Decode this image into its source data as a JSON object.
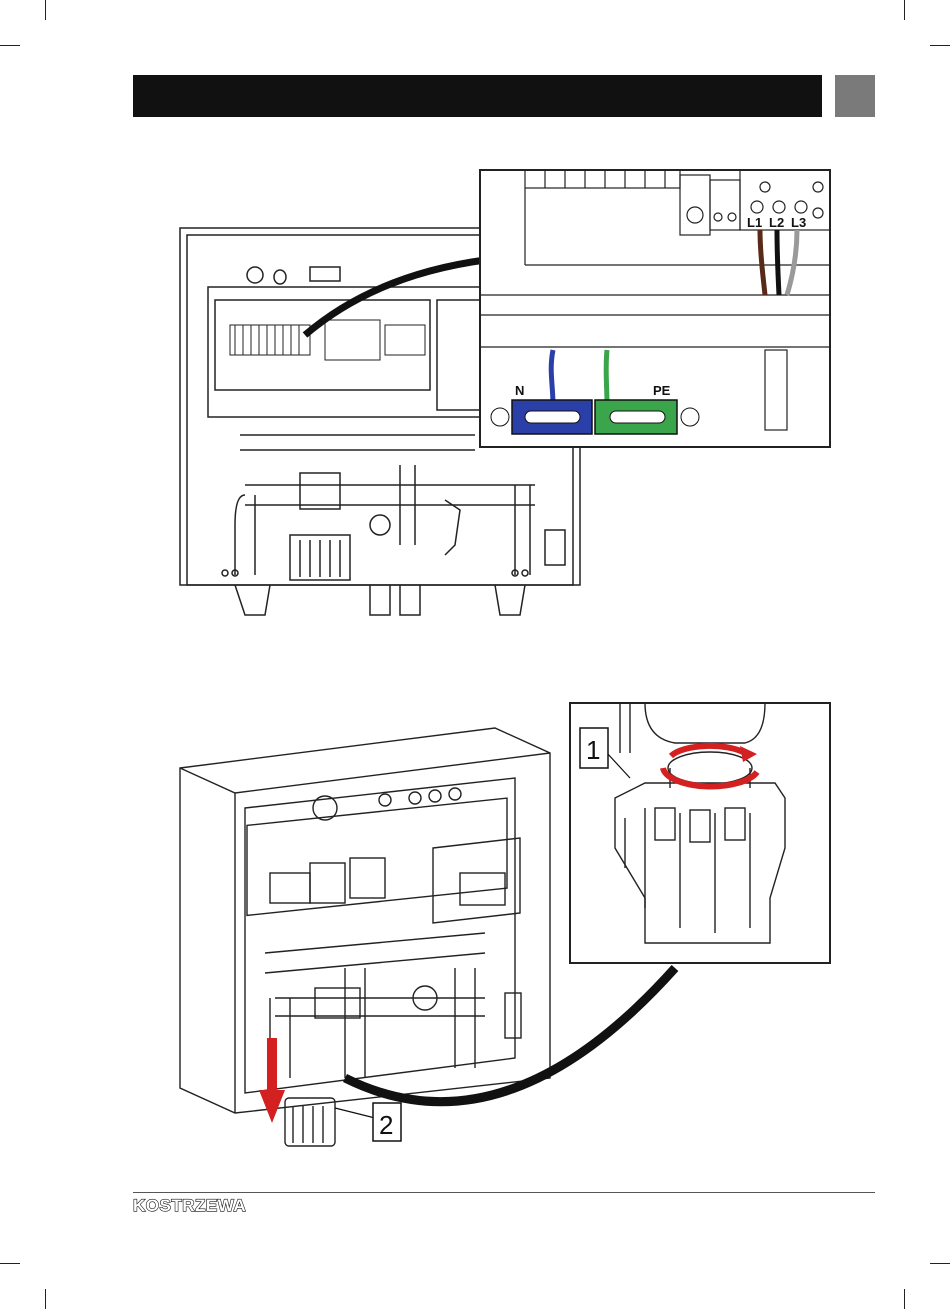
{
  "header": {
    "title": ""
  },
  "figure_top": {
    "terminal_labels": [
      "L1",
      "L2",
      "L3"
    ],
    "neutral_label": "N",
    "earth_label": "PE",
    "colors": {
      "neutral": "#2b3fa8",
      "earth": "#3aa54a",
      "L1": "#111111",
      "L2": "#5a2a18",
      "L3": "#9a9a9a"
    }
  },
  "figure_bottom": {
    "callouts": [
      "1",
      "2"
    ],
    "colors": {
      "arrow": "#d32020",
      "rotation_ring": "#d32020"
    }
  },
  "footer": {
    "brand": "KOSTRZEWA"
  }
}
